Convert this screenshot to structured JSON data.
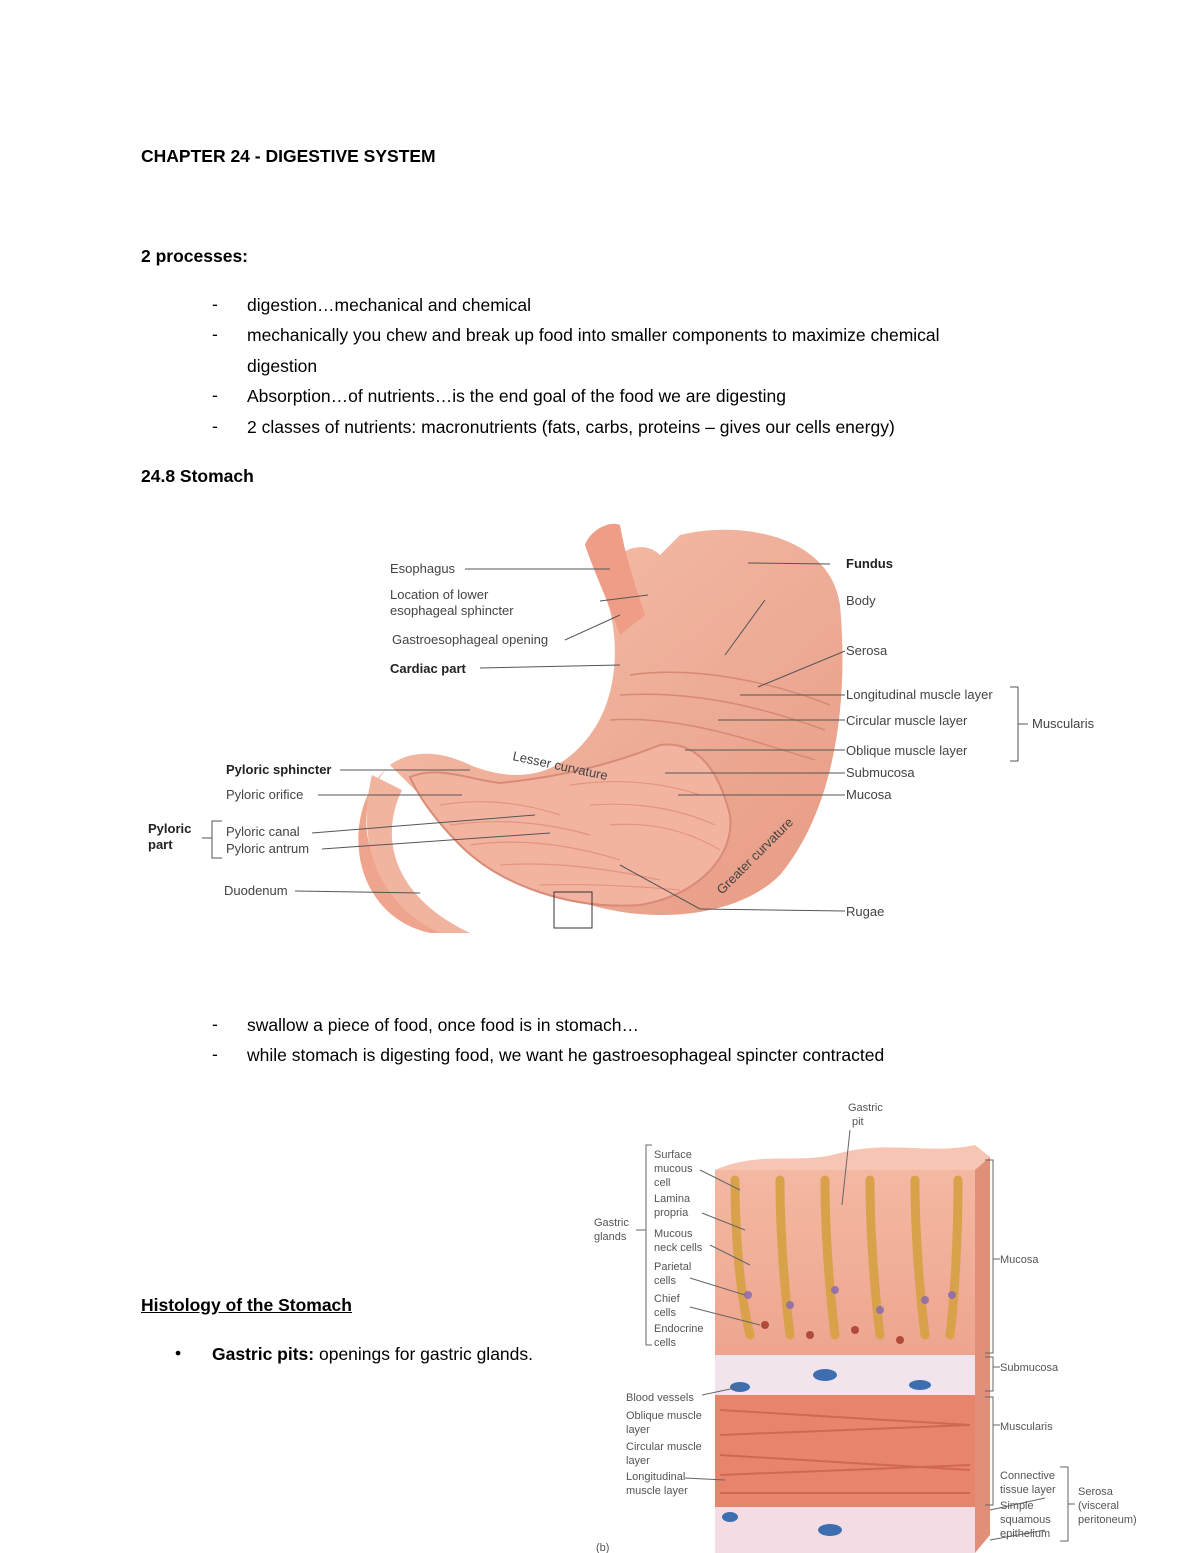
{
  "heading": "CHAPTER 24 - DIGESTIVE SYSTEM",
  "processes_title": "2 processes:",
  "processes": [
    "digestion…mechanical and chemical",
    "mechanically you chew and break up food into smaller components to maximize chemical",
    "digestion",
    "Absorption…of nutrients…is the end goal of the food we are digesting",
    "2 classes of nutrients: macronutrients (fats, carbs, proteins – gives our cells energy)"
  ],
  "dash": "-",
  "section_stomach": "24.8  Stomach",
  "stomach_figure": {
    "labels": {
      "esophagus": "Esophagus",
      "les_1": "Location of lower",
      "les_2": "esophageal sphincter",
      "go": "Gastroesophageal opening",
      "cardiac": "Cardiac part",
      "fundus": "Fundus",
      "body": "Body",
      "serosa": "Serosa",
      "longitudinal": "Longitudinal muscle layer",
      "circular": "Circular muscle layer",
      "oblique": "Oblique muscle layer",
      "submucosa": "Submucosa",
      "mucosa": "Mucosa",
      "muscularis": "Muscularis",
      "lesser": "Lesser curvature",
      "greater": "Greater curvature",
      "pyloric_sphincter": "Pyloric sphincter",
      "pyloric_orifice": "Pyloric orifice",
      "pyloric_part_1": "Pyloric",
      "pyloric_part_2": "part",
      "pyloric_canal": "Pyloric canal",
      "pyloric_antrum": "Pyloric antrum",
      "duodenum": "Duodenum",
      "rugae": "Rugae"
    }
  },
  "after_figure": [
    "swallow a piece of food, once food is in stomach…",
    "while stomach is digesting food, we want he gastroesophageal spincter contracted"
  ],
  "histology_title": "Histology of the Stomach",
  "bullet": "•",
  "gastric_pits_term": "Gastric pits:",
  "gastric_pits_def": " openings for gastric glands.",
  "histology_figure": {
    "labels": {
      "gastric_pit_1": "Gastric",
      "gastric_pit_2": "pit",
      "surface_1": "Surface",
      "surface_2": "mucous",
      "surface_3": "cell",
      "lamina_1": "Lamina",
      "lamina_2": "propria",
      "glands_1": "Gastric",
      "glands_2": "glands",
      "mucousneck_1": "Mucous",
      "mucousneck_2": "neck cells",
      "parietal_1": "Parietal",
      "parietal_2": "cells",
      "chief_1": "Chief",
      "chief_2": "cells",
      "endocrine_1": "Endocrine",
      "endocrine_2": "cells",
      "mucosa": "Mucosa",
      "submucosa": "Submucosa",
      "muscularis": "Muscularis",
      "blood": "Blood vessels",
      "oblique_1": "Oblique muscle",
      "oblique_2": "layer",
      "circular_1": "Circular muscle",
      "circular_2": "layer",
      "longitudinal_1": "Longitudinal",
      "longitudinal_2": "muscle layer",
      "connective_1": "Connective",
      "connective_2": "tissue layer",
      "simple_1": "Simple",
      "simple_2": "squamous",
      "simple_3": "epithelium",
      "serosa_1": "Serosa",
      "serosa_2": "(visceral",
      "serosa_3": "peritoneum)",
      "panel": "(b)"
    }
  }
}
